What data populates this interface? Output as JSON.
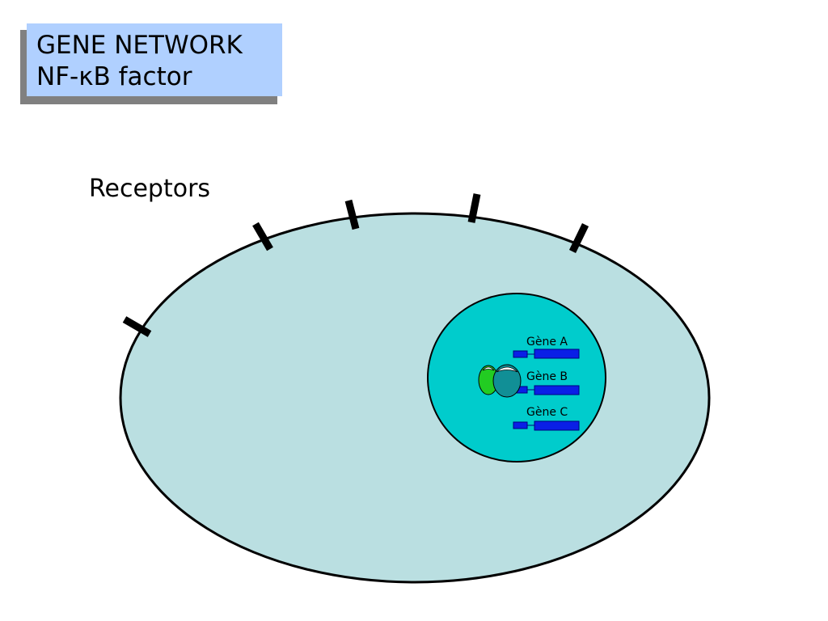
{
  "title": {
    "line1": "GENE NETWORK",
    "line2_prefix": "NF-",
    "line2_kappa": "κ",
    "line2_suffix": "B factor"
  },
  "labels": {
    "receptors": "Receptors"
  },
  "genes": [
    {
      "label": "Gène A"
    },
    {
      "label": "Gène B"
    },
    {
      "label": "Gène C"
    }
  ],
  "colors": {
    "title_box": "#b0d0ff",
    "title_shadow": "#808080",
    "cell": "#badfe1",
    "nucleus": "#00cccc",
    "gene_block": "#0a1fe6",
    "nfkb_green": "#22cc22",
    "nfkb_teal": "#118f96",
    "receptor": "#000000"
  },
  "icons": {
    "receptor": "receptor-bar-icon",
    "nfkb_subunit": "nfkb-subunit-icon"
  }
}
